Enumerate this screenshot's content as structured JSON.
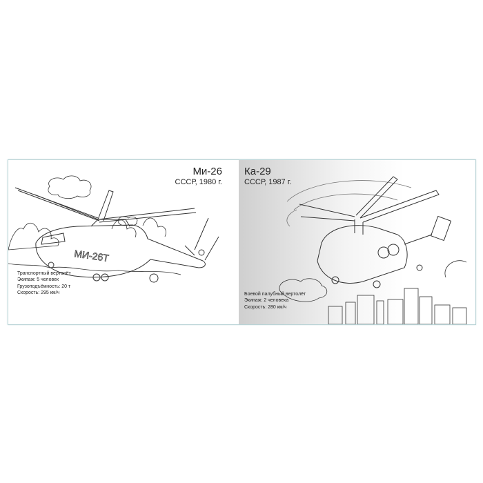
{
  "left_page": {
    "model": "Ми-26",
    "origin": "СССР, 1980 г.",
    "fuselage_marking": "МИ-26Т",
    "info": [
      "Транспортный вертолёт",
      "Экипаж: 5 человек",
      "Грузоподъёмность: 20 т",
      "Скорость: 295 км/ч"
    ]
  },
  "right_page": {
    "model": "Ка-29",
    "origin": "СССР, 1987 г.",
    "info": [
      "Боевой палубный вертолёт",
      "Экипаж: 2 человека",
      "Скорость: 280 км/ч"
    ]
  }
}
